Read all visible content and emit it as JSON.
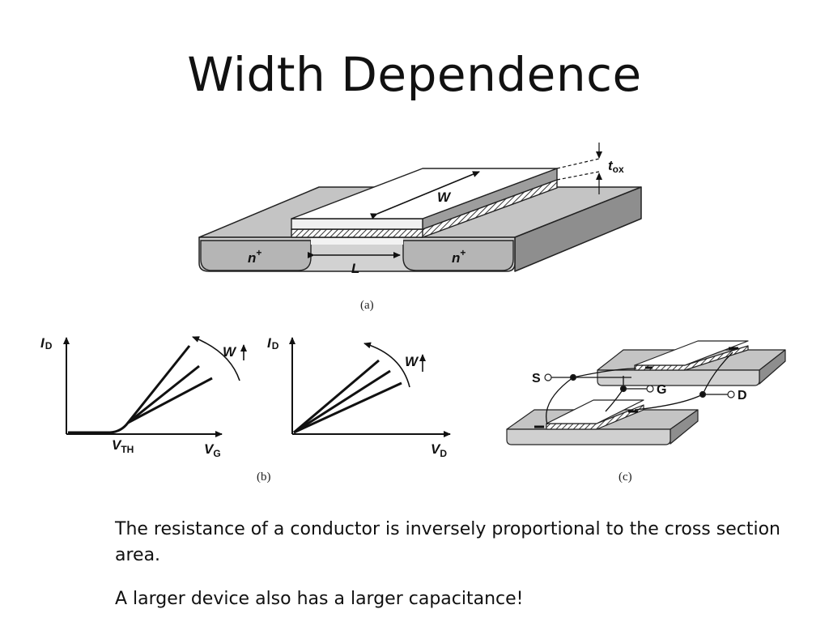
{
  "slide": {
    "title": "Width Dependence",
    "paragraphs": [
      "The resistance of a conductor is inversely proportional to the cross section area.",
      "A larger device also has a larger capacitance!"
    ]
  },
  "figure_a": {
    "caption": "(a)",
    "n_plus_base": "n",
    "n_plus_sup": "+",
    "width_label": "W",
    "length_label": "L",
    "tox_base": "t",
    "tox_sub": "ox"
  },
  "figure_b": {
    "caption": "(b)",
    "left_plot": {
      "y_base": "I",
      "y_sub": "D",
      "x_base": "V",
      "x_sub": "G",
      "vth_base": "V",
      "vth_sub": "TH",
      "trend_label": "W"
    },
    "right_plot": {
      "y_base": "I",
      "y_sub": "D",
      "x_base": "V",
      "x_sub": "D",
      "trend_label": "W"
    }
  },
  "figure_c": {
    "caption": "(c)",
    "source_label": "S",
    "gate_label": "G",
    "drain_label": "D"
  }
}
